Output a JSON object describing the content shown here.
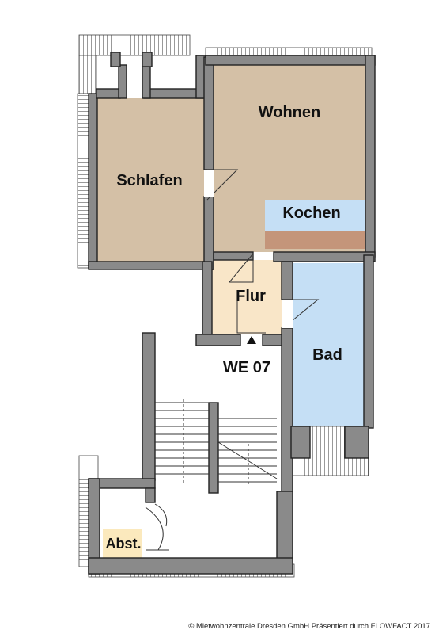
{
  "rooms": {
    "wohnen": "Wohnen",
    "schlafen": "Schlafen",
    "kochen": "Kochen",
    "flur": "Flur",
    "bad": "Bad",
    "abst": "Abst."
  },
  "unit_label": "WE 07",
  "copyright": "© Mietwohnzentrale Dresden GmbH Präsentiert durch FLOWFACT 2017",
  "colors": {
    "wohnen": "#d4c0a6",
    "schlafen": "#d4c0a6",
    "kochen": "#c5dff5",
    "counter": "#c4957a",
    "flur": "#f9e6c8",
    "bad": "#c5dff5",
    "abst": "#fbe9bd",
    "wall": "#8a8a8a"
  }
}
